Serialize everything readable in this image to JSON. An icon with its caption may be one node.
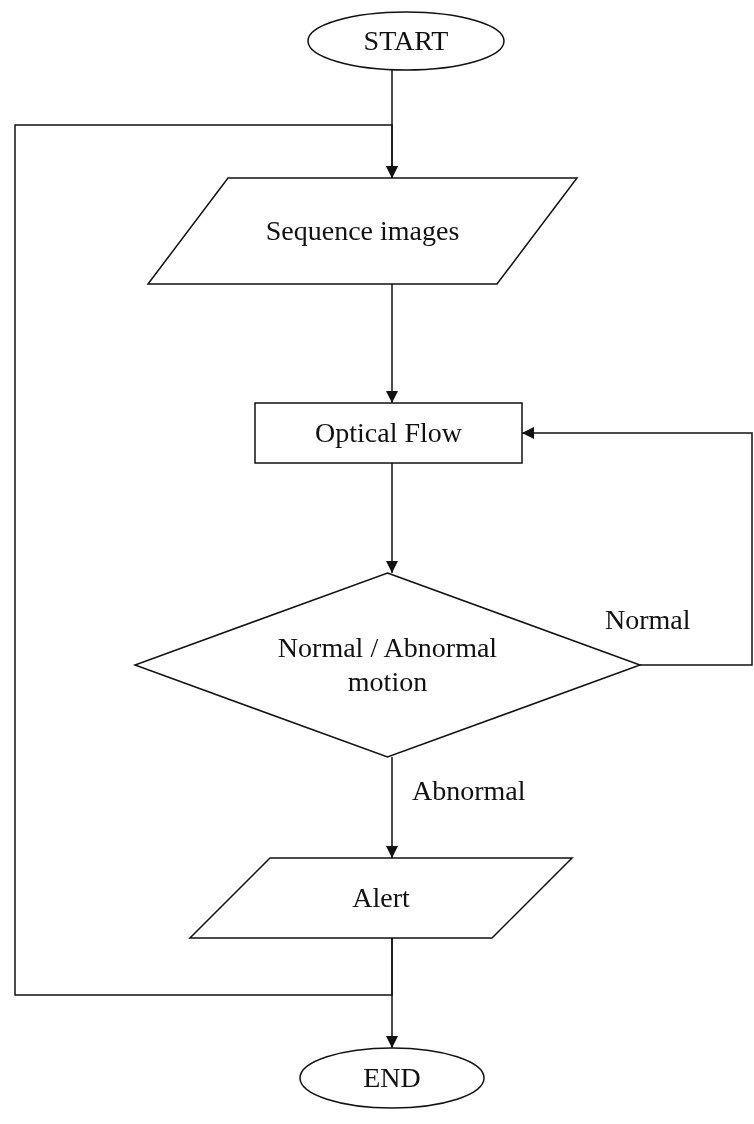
{
  "diagram": {
    "nodes": [
      {
        "text": [
          "START"
        ]
      },
      {
        "text": [
          "Sequence images"
        ]
      },
      {
        "text": [
          "Optical Flow"
        ]
      },
      {
        "text": [
          "Normal / Abnormal motion"
        ]
      },
      {
        "text": [
          "Alert"
        ]
      },
      {
        "text": [
          "END"
        ]
      }
    ],
    "edges": [
      {
        "from": 0,
        "to": 1,
        "arrow": "to"
      },
      {
        "from": 1,
        "to": 2,
        "arrow": "to"
      },
      {
        "from": 2,
        "to": 3,
        "arrow": "to"
      },
      {
        "from": 3,
        "to": 2,
        "arrow": "to",
        "label": "Normal"
      },
      {
        "from": 3,
        "to": 4,
        "arrow": "to",
        "label": "Abnormal"
      },
      {
        "from": 4,
        "to": 5,
        "arrow": "to"
      },
      {
        "from": 4,
        "to": 1,
        "arrow": "to"
      }
    ]
  }
}
